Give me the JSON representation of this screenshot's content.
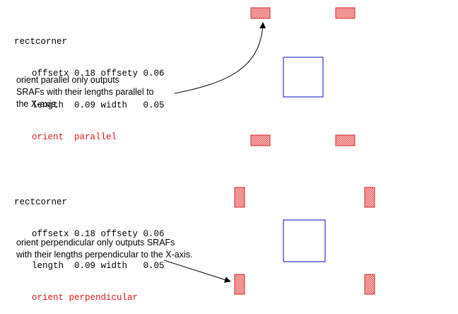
{
  "example_parallel": {
    "code_lines": [
      "rectcorner",
      "offsetx 0.18 offsety 0.06",
      "length  0.09 width   0.05",
      "orient  parallel"
    ],
    "note_lines": [
      "orient parallel only outputs",
      "SRAFs with their lengths parallel to",
      "the X-axis."
    ]
  },
  "example_perpendicular": {
    "code_lines": [
      "rectcorner",
      "offsetx 0.18 offsety 0.06",
      "length  0.09 width   0.05",
      "orient perpendicular"
    ],
    "note_lines": [
      "orient perpendicular only outputs SRAFs",
      "with their lengths  perpendicular  to the X-axis."
    ]
  },
  "colors": {
    "main_feature_stroke": "#3333cc",
    "sraf_fill": "#f4a6a6",
    "sraf_stroke": "#d42a2a",
    "highlight_text": "#e01818",
    "arrow": "#000000"
  }
}
